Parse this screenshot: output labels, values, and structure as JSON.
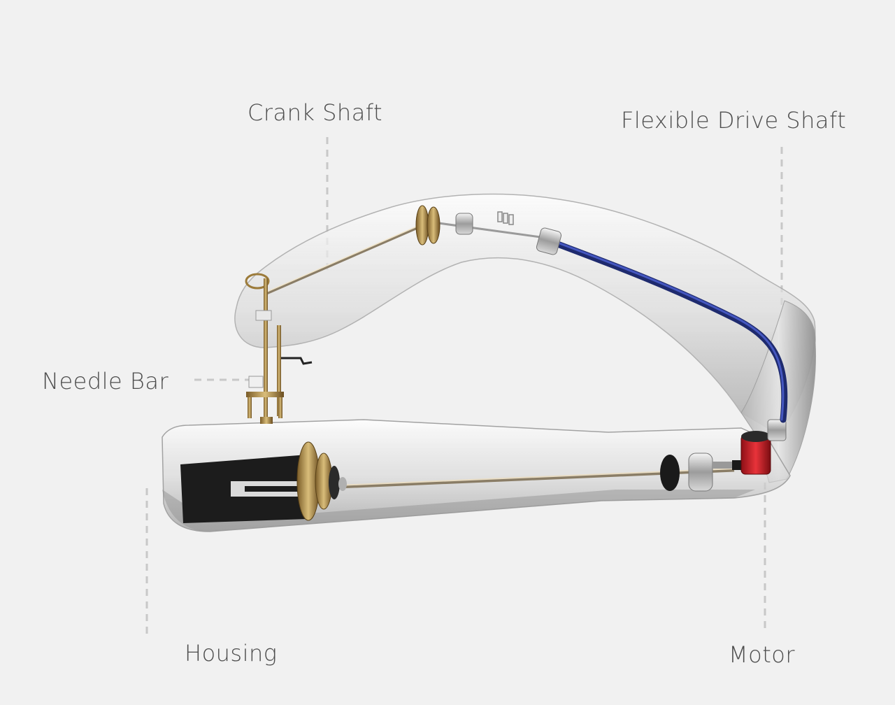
{
  "labels": {
    "crank_shaft": "Crank Shaft",
    "flexible_drive_shaft": "Flexible Drive Shaft",
    "needle_bar": "Needle Bar",
    "housing": "Housing",
    "motor": "Motor"
  },
  "colors": {
    "background": "#f1f1f1",
    "label_text": "#4d4d4d",
    "leader_line": "#c8c8c8",
    "flex_shaft": "#2b3a8c",
    "motor": "#d2222a",
    "brass": "#b8954a",
    "block": "#1c1c1c"
  }
}
